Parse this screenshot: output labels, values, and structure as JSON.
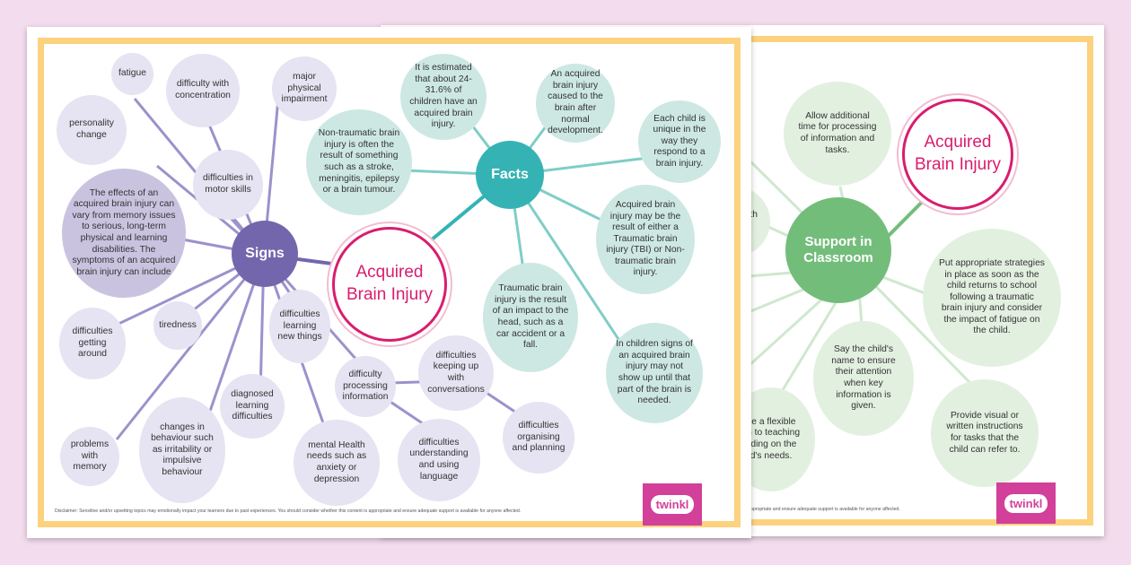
{
  "back_sheet": {
    "title": "Acquired Brain Injury",
    "hub": "Support in Classroom",
    "nodes": {
      "time": "Allow additional time for processing of information and tasks.",
      "partial_with": "with",
      "partial_d": "d",
      "strategies": "Put appropriate strategies in place as soon as the child returns to school following a traumatic brain injury and consider the impact of fatigue on the child.",
      "name": "Say the child's name to ensure their attention when key information is given.",
      "visual": "Provide visual or written instructions for tasks that the child can refer to.",
      "flexible_line1": "de a flexible",
      "flexible_line2": "ch to teaching",
      "flexible_line3": "nding on the",
      "flexible_line4": "d's needs."
    },
    "disclaimer": "ppropriate and ensure adequate support is available for anyone affected.",
    "logo": "twinkl"
  },
  "front_sheet": {
    "title": "Acquired Brain Injury",
    "signs_hub": "Signs",
    "facts_hub": "Facts",
    "signs": {
      "effects": "The effects of an acquired brain injury can vary from memory issues to serious, long-term physical and learning disabilities. The symptoms of an acquired brain injury can include",
      "fatigue": "fatigue",
      "concentration": "difficulty with concentration",
      "physical": "major physical impairment",
      "personality": "personality change",
      "motor": "difficulties in motor skills",
      "getting_around": "difficulties getting around",
      "tiredness": "tiredness",
      "learning_new": "difficulties learning new things",
      "processing": "difficulty processing information",
      "keeping_up": "difficulties keeping up with conversations",
      "organising": "difficulties organising and planning",
      "understanding": "difficulties understanding and using language",
      "mental_health": "mental Health needs such as anxiety or depression",
      "diagnosed": "diagnosed learning difficulties",
      "behaviour": "changes in behaviour such as irritability or impulsive behaviour",
      "memory": "problems with memory"
    },
    "facts": {
      "estimate": "It is estimated that about 24-31.6% of children have an acquired brain injury.",
      "caused": "An acquired brain injury caused to the brain after normal development.",
      "unique": "Each child is unique in the way they respond to a brain injury.",
      "non_traumatic": "Non-traumatic brain injury is often the result of something such as a stroke, meningitis, epilepsy or a brain tumour.",
      "either": "Acquired brain injury may be the result of either a Traumatic brain injury (TBI) or Non-traumatic brain injury.",
      "traumatic": "Traumatic brain injury is the result of an impact to the head, such as a car accident or a fall.",
      "children": "In children signs of an acquired brain injury may not show up until that part of the brain is needed."
    },
    "disclaimer": "Disclaimer: Sensitive and/or upsetting topics may emotionally impact your learners due to past experiences. You should consider whether this content is appropriate and ensure adequate support is available for anyone affected.",
    "logo": "twinkl"
  },
  "colors": {
    "background": "#f3dced",
    "frame": "#fcd27f",
    "signs_hub": "#7466ad",
    "facts_hub": "#35b3b4",
    "support_hub": "#73bd7b",
    "title": "#d81d6e",
    "brand": "#d2409a"
  }
}
